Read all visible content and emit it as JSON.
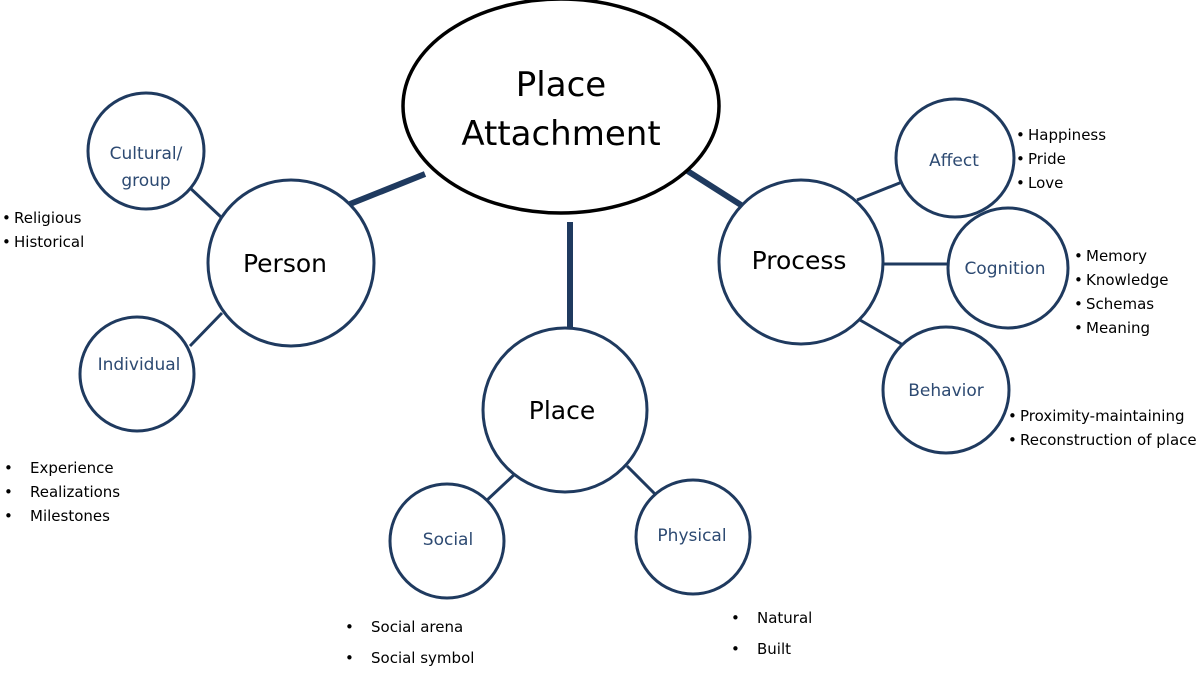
{
  "root": {
    "label_lines": [
      "Place",
      "Attachment"
    ]
  },
  "branches": {
    "person": {
      "label": "Person",
      "children": {
        "cultural": {
          "label_lines": [
            "Cultural/",
            "group"
          ],
          "items": [
            "Religious",
            "Historical"
          ]
        },
        "individual": {
          "label": "Individual",
          "items": [
            "Experience",
            "Realizations",
            "Milestones"
          ]
        }
      }
    },
    "process": {
      "label": "Process",
      "children": {
        "affect": {
          "label": "Affect",
          "items": [
            "Happiness",
            "Pride",
            "Love"
          ]
        },
        "cognition": {
          "label": "Cognition",
          "items": [
            "Memory",
            "Knowledge",
            "Schemas",
            "Meaning"
          ]
        },
        "behavior": {
          "label": "Behavior",
          "items": [
            "Proximity-maintaining",
            "Reconstruction of place"
          ]
        }
      }
    },
    "place": {
      "label": "Place",
      "children": {
        "social": {
          "label": "Social",
          "items": [
            "Social arena",
            "Social symbol"
          ]
        },
        "physical": {
          "label": "Physical",
          "items": [
            "Natural",
            "Built"
          ]
        }
      }
    }
  },
  "colors": {
    "node_stroke": "#1f3a5f",
    "sub_label": "#2d4a72",
    "root_stroke": "#000000"
  }
}
